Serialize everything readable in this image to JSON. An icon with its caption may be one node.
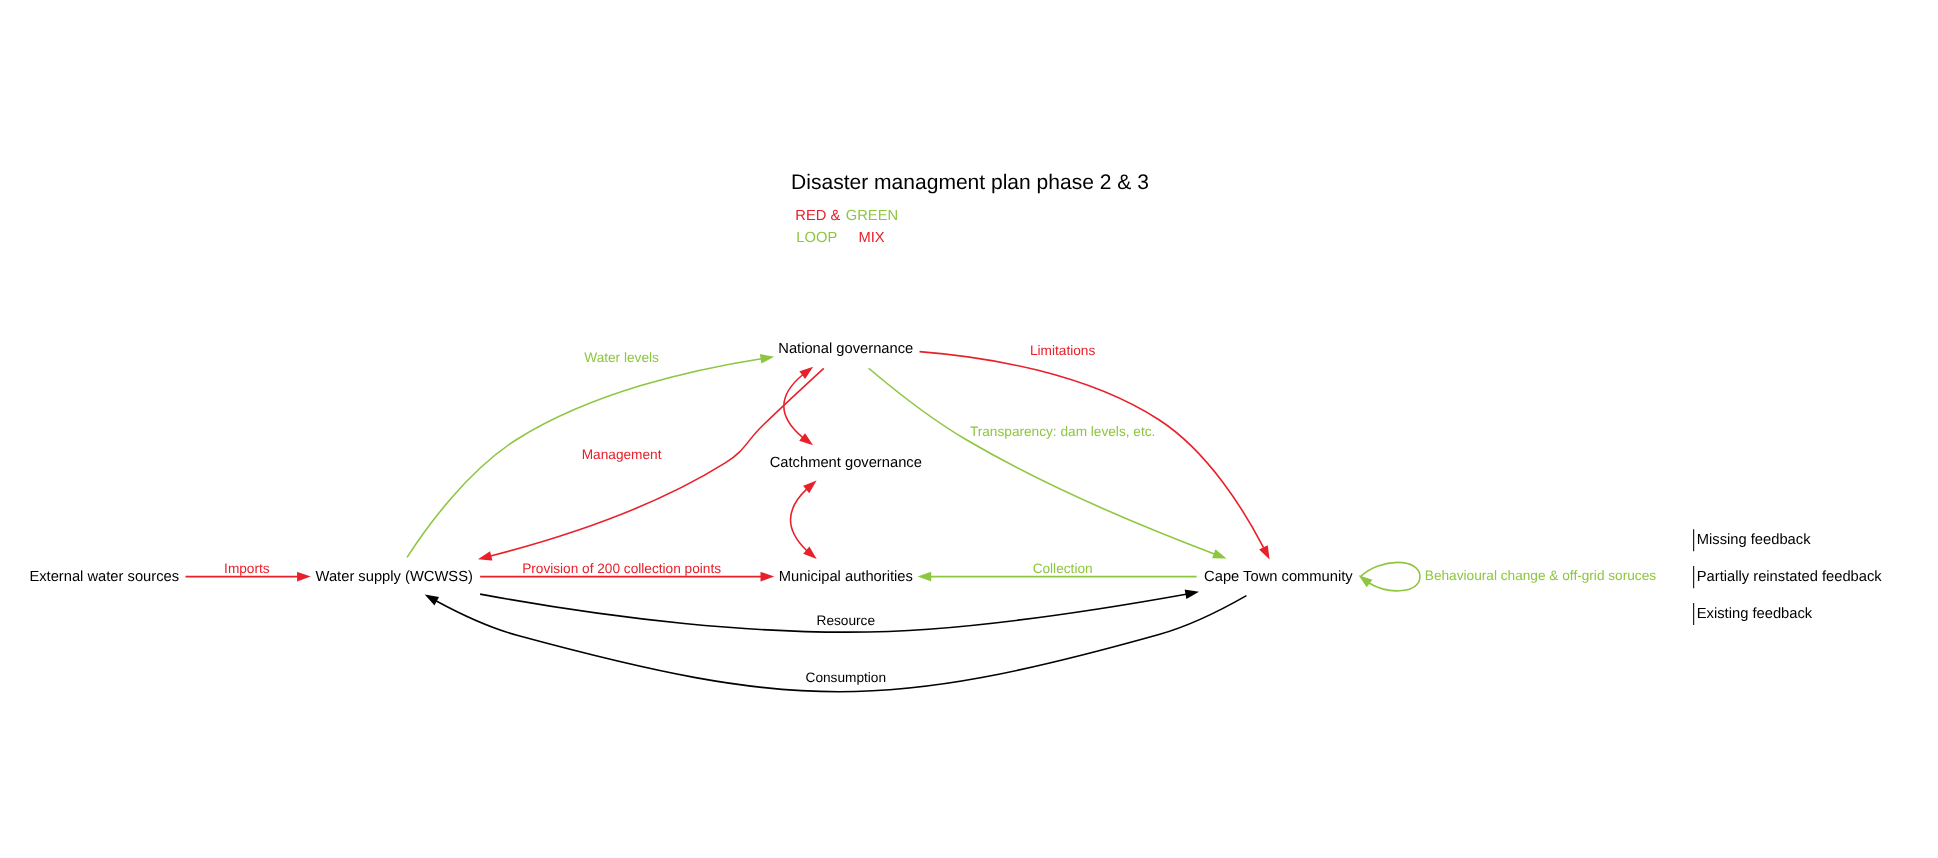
{
  "diagram": {
    "title": "Disaster managment plan phase 2 & 3",
    "nodes": [
      {
        "text": [
          "External water sources"
        ]
      },
      {
        "text": [
          "Water supply (WCWSS)"
        ]
      },
      {
        "text": [
          "National governance"
        ]
      },
      {
        "text": [
          "Catchment governance"
        ]
      },
      {
        "text": [
          "Municipal authorities"
        ]
      },
      {
        "text": [
          "Cape Town community"
        ]
      }
    ],
    "edges": [
      {
        "from": 0,
        "to": 1,
        "arrow": "to",
        "label": "Imports"
      },
      {
        "from": 1,
        "to": 2,
        "arrow": "to",
        "label": "Water levels",
        "color": "#8dc63f"
      },
      {
        "from": 2,
        "to": 1,
        "arrow": "to",
        "label": "Management"
      },
      {
        "from": 1,
        "to": 5,
        "arrow": "to",
        "label": "Resource",
        "color": "#000000"
      },
      {
        "from": 2,
        "to": 5,
        "arrow": "to",
        "label": "Transparency: dam levels, etc.",
        "color": "#8dc63f"
      },
      {
        "from": 2,
        "to": 5,
        "arrow": "to",
        "label": "Limitations"
      },
      {
        "from": 2,
        "to": 3,
        "arrow": "both"
      },
      {
        "from": 3,
        "to": 4,
        "arrow": "both"
      },
      {
        "from": 1,
        "to": 4,
        "arrow": "to",
        "label": "Provision of 200 collection points"
      },
      {
        "from": 5,
        "to": 4,
        "arrow": "to",
        "label": "Collection",
        "color": "#8dc63f"
      },
      {
        "from": 5,
        "to": 1,
        "arrow": "to",
        "label": "Consumption",
        "color": "#000000"
      },
      {
        "from": 5,
        "to": 5,
        "arrow": "to",
        "label": "Behavioural change & off-grid soruces",
        "color": "#8dc63f"
      }
    ],
    "labels": [
      "RED &",
      "GREEN",
      "LOOP",
      "MIX"
    ],
    "legend": [
      {
        "text": "Missing feedback"
      },
      {
        "text": "Partially reinstated feedback"
      },
      {
        "text": "Existing feedback"
      }
    ]
  }
}
